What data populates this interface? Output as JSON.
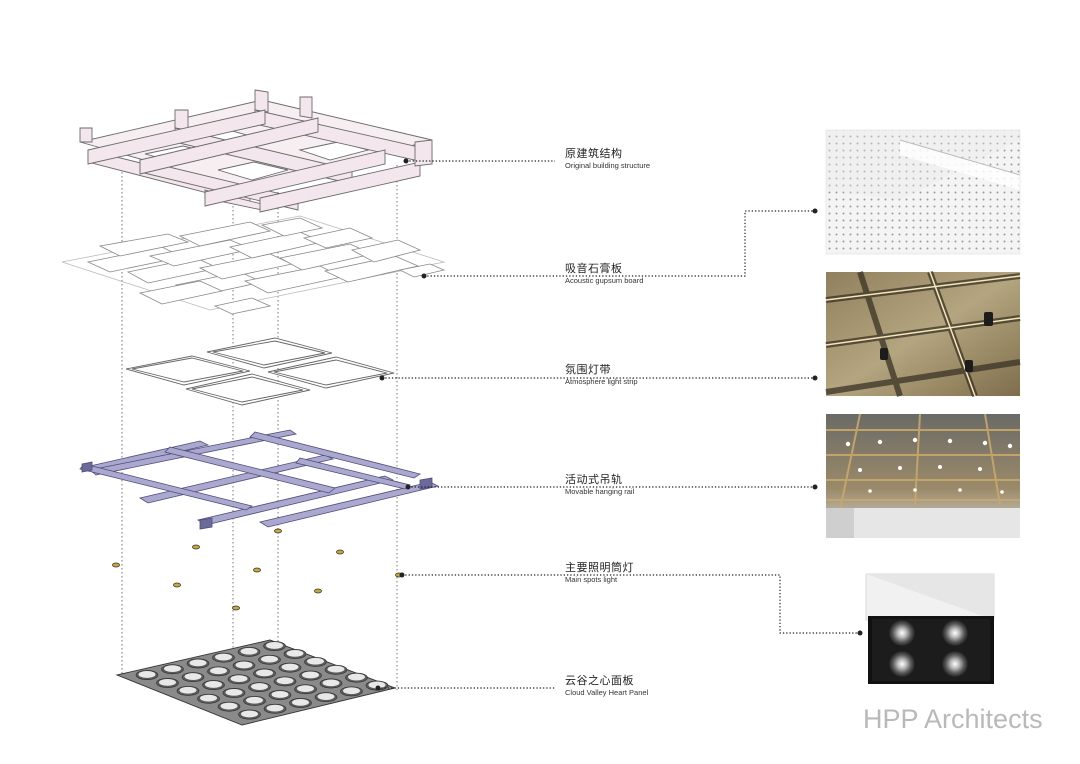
{
  "layers": [
    {
      "id": "structure",
      "zh": "原建筑结构",
      "en": "Original building structure"
    },
    {
      "id": "gypsum",
      "zh": "吸音石膏板",
      "en": "Acoustic gupsum board"
    },
    {
      "id": "strip",
      "zh": "氛围灯带",
      "en": "Atmosphere light strip"
    },
    {
      "id": "rail",
      "zh": "活动式吊轨",
      "en": "Movable hanging rail"
    },
    {
      "id": "spots",
      "zh": "主要照明筒灯",
      "en": "Main spots light"
    },
    {
      "id": "panel",
      "zh": "云谷之心面板",
      "en": "Cloud Valley Heart Panel"
    }
  ],
  "watermark": "HPP Architects",
  "colors": {
    "structure_fill": "#f3e6ec",
    "structure_stroke": "#6b6b6b",
    "rail_fill": "#aaa8cf",
    "rail_stroke": "#4e4c7a",
    "panel_fill": "#8a8a8a",
    "leader": "#222222"
  }
}
